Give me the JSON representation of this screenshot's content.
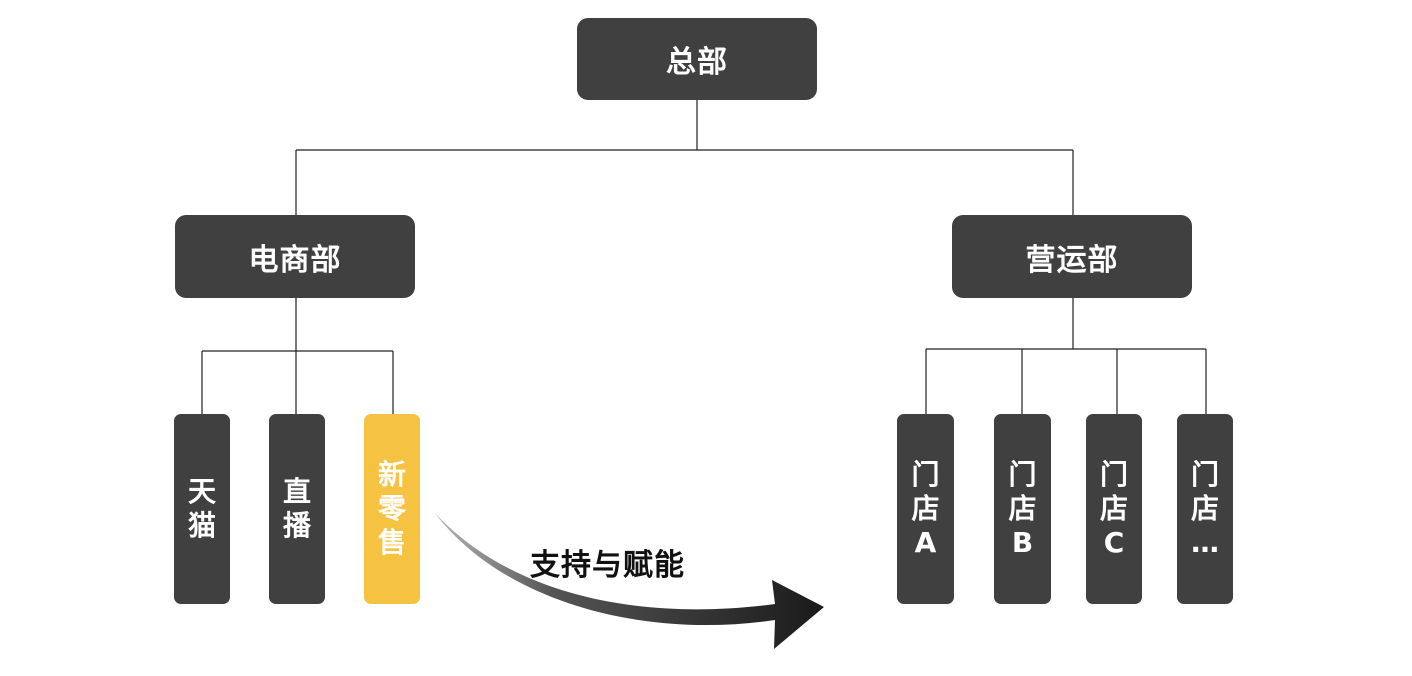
{
  "nodes": {
    "hq": "总部",
    "ecommerce": "电商部",
    "operations": "营运部",
    "tmall": "天猫",
    "live": "直播",
    "new_retail": "新零售",
    "store_a": "门店A",
    "store_b": "门店B",
    "store_c": "门店C",
    "store_more": "门店…"
  },
  "arrow_label": "支持与赋能",
  "colors": {
    "node": "#404040",
    "highlight": "#f5c242",
    "node_text": "#ffffff",
    "line": "#222222"
  }
}
